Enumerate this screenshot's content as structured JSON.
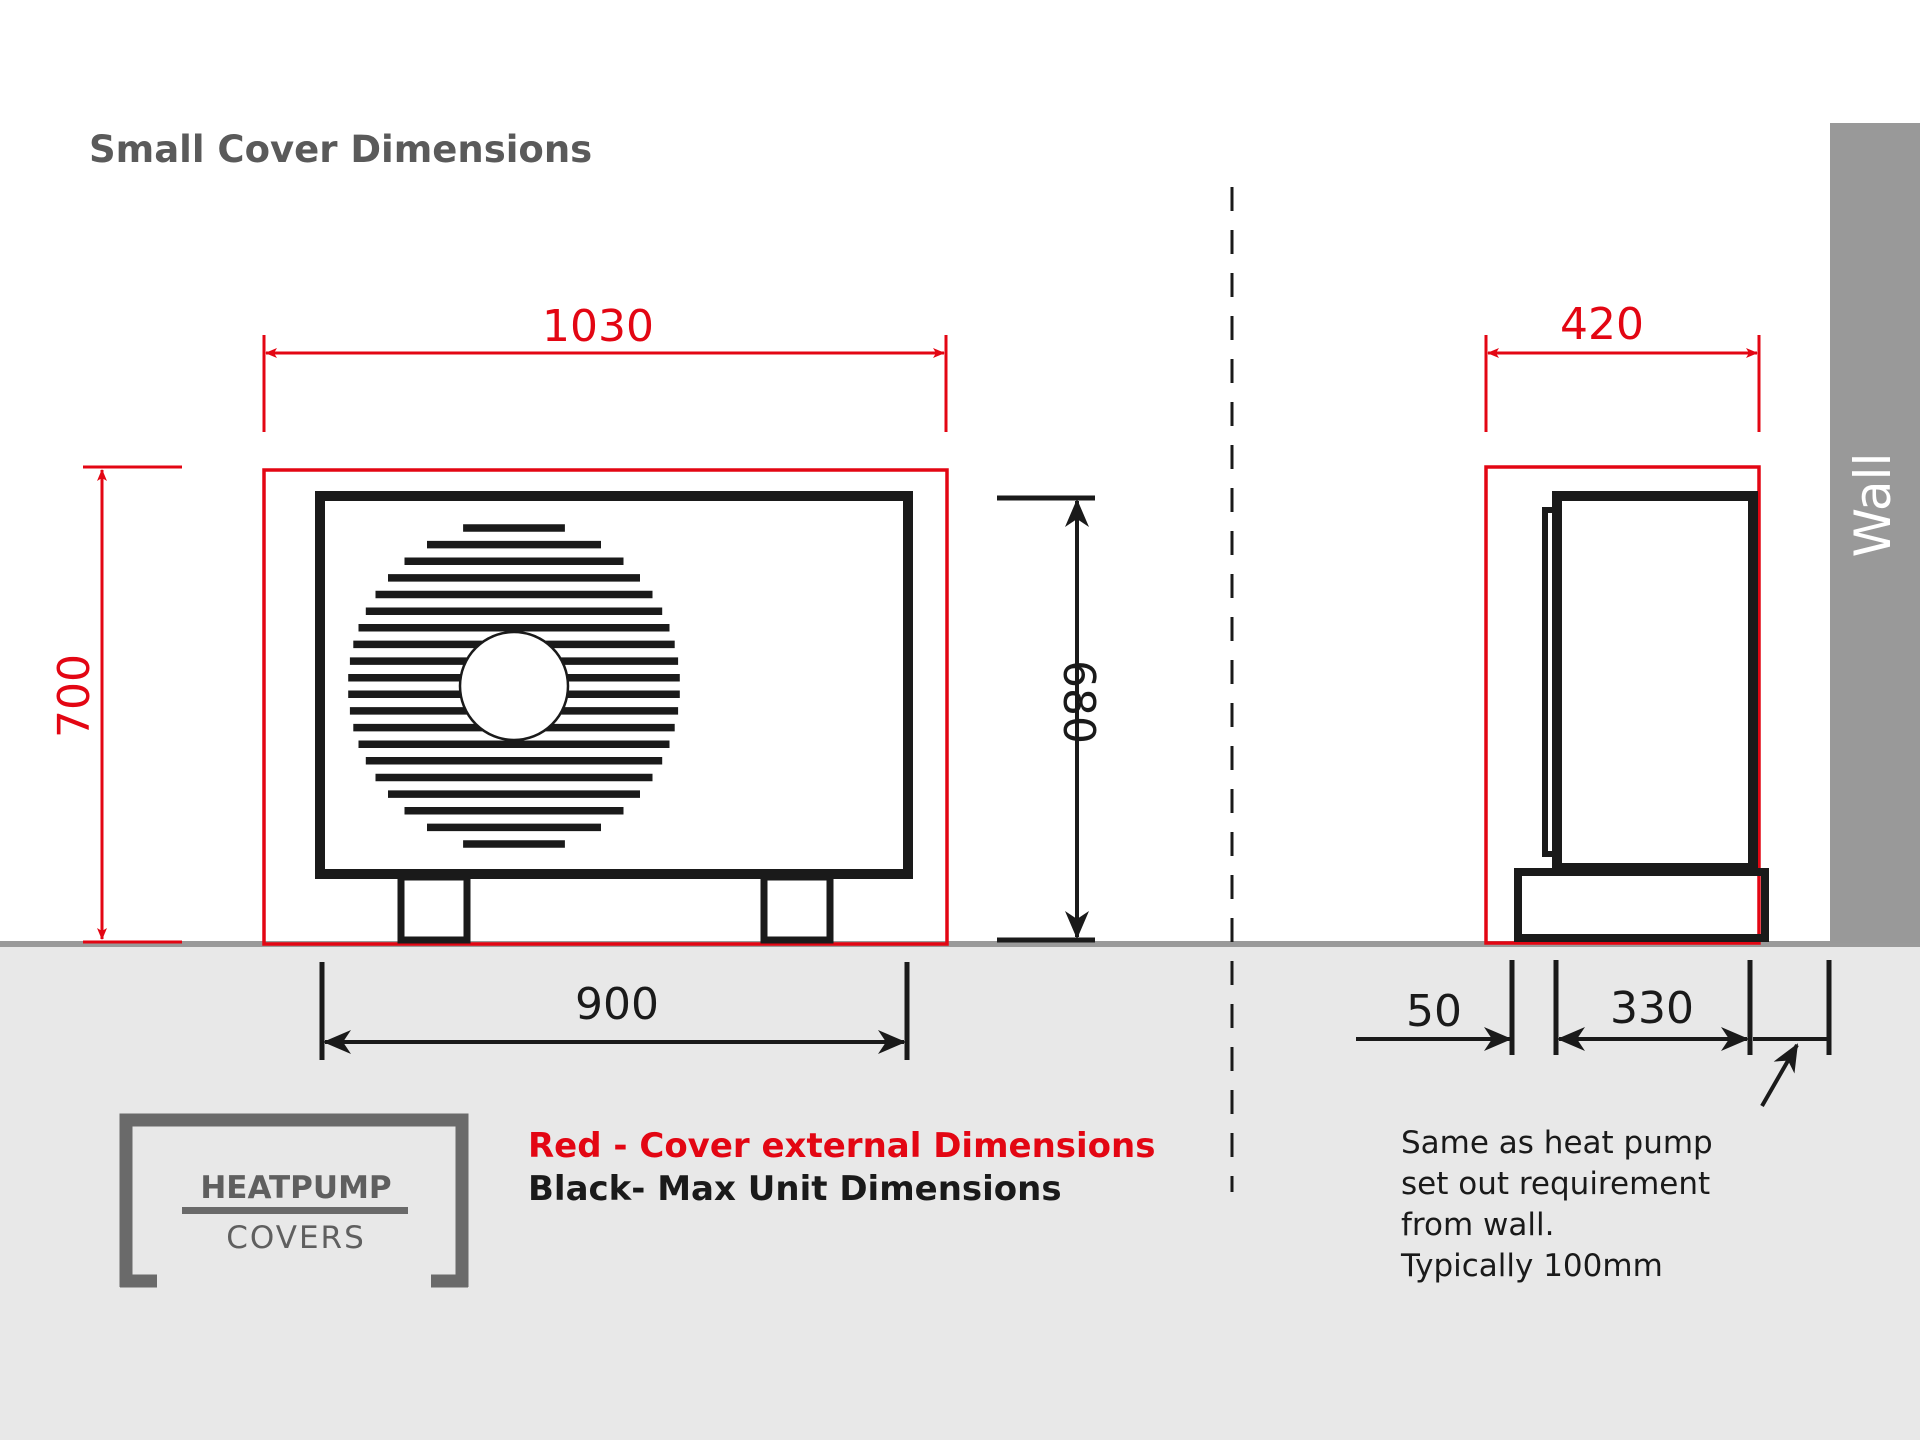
{
  "title": "Small Cover Dimensions",
  "front_view": {
    "cover_width": "1030",
    "cover_height": "700",
    "unit_height": "680",
    "unit_width": "900"
  },
  "side_view": {
    "cover_depth": "420",
    "offset": "50",
    "unit_depth": "330",
    "wall_label": "Wall"
  },
  "legend": {
    "red": "Red - Cover external Dimensions",
    "black": "Black- Max Unit Dimensions"
  },
  "note": {
    "lines": [
      "Same as heat pump",
      "set out requirement",
      "from wall.",
      "Typically 100mm"
    ]
  },
  "logo": {
    "top": "HEATPUMP",
    "bottom": "COVERS"
  },
  "colors": {
    "red": "#e30613",
    "black": "#1a1a1a",
    "ground": "#e8e8e8",
    "wall": "#999999",
    "title": "#5a5a5a"
  }
}
